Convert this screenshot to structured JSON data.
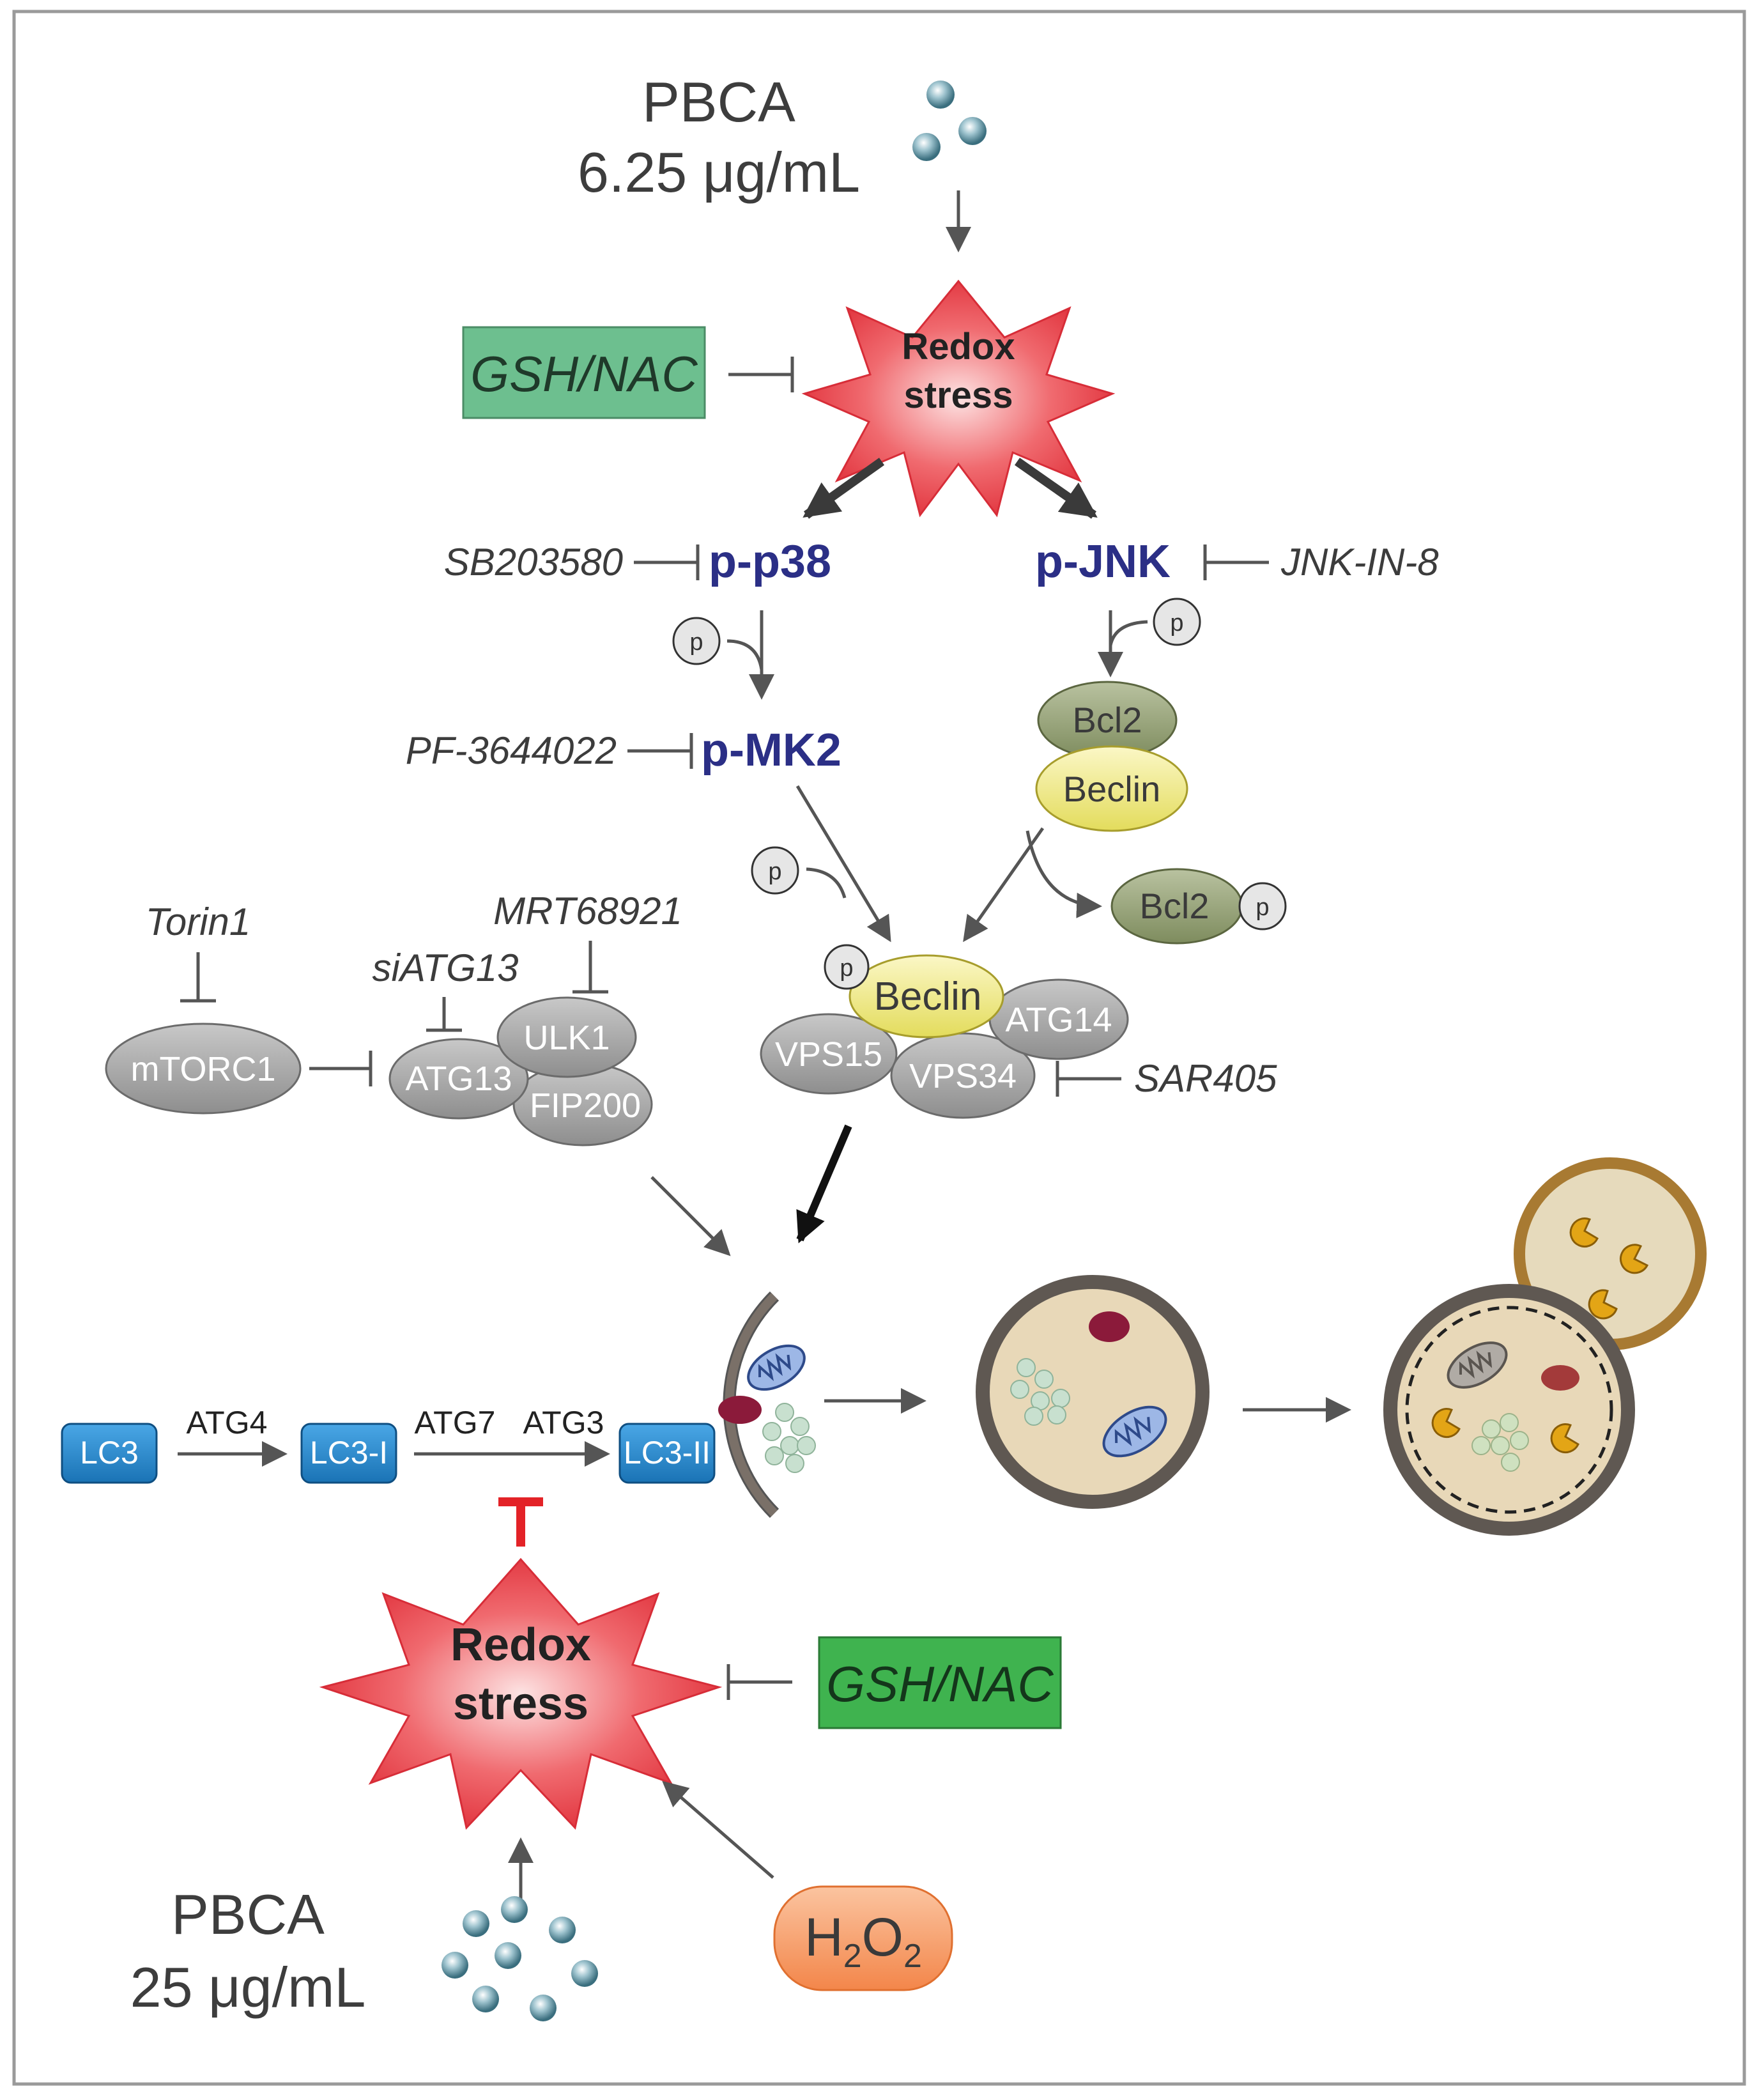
{
  "top_stimulus": {
    "name": "PBCA",
    "dose": "6.25 μg/mL"
  },
  "bottom_stimulus": {
    "name": "PBCA",
    "dose": "25 μg/mL"
  },
  "redox_top": {
    "line1": "Redox",
    "line2": "stress"
  },
  "redox_bottom": {
    "line1": "Redox",
    "line2": "stress"
  },
  "antioxidant_top": "GSH/NAC",
  "antioxidant_bottom": "GSH/NAC",
  "h2o2": {
    "h": "H",
    "sub1": "2",
    "o": "O",
    "sub2": "2"
  },
  "phospho": {
    "p38": "p-p38",
    "jnk": "p-JNK",
    "mk2": "p-MK2"
  },
  "inhibitors": {
    "sb": "SB203580",
    "jnkin": "JNK-IN-8",
    "pf": "PF-3644022",
    "torin": "Torin1",
    "siatg13": "siATG13",
    "mrt": "MRT68921",
    "sar": "SAR405"
  },
  "proteins": {
    "bcl2": "Bcl2",
    "beclin": "Beclin",
    "bcl2p": "Bcl2",
    "mtorc1": "mTORC1",
    "atg13": "ATG13",
    "ulk1": "ULK1",
    "fip200": "FIP200",
    "complex_beclin": "Beclin",
    "atg14": "ATG14",
    "vps15": "VPS15",
    "vps34": "VPS34"
  },
  "phospho_tag": "p",
  "lc3_chain": {
    "lc3": "LC3",
    "lc3i": "LC3-I",
    "lc3ii": "LC3-II",
    "atg4": "ATG4",
    "atg7": "ATG7",
    "atg3": "ATG3"
  },
  "colors": {
    "antioxidant_top": "#6dbf8f",
    "antioxidant_bottom": "#3fb34f",
    "phospho_text": "#2b2f86",
    "lc3_blue": "#2186c9",
    "redox_star": "#e8424a",
    "h2o2_fill": "#f4975f",
    "inhibition_red": "#e32227"
  }
}
